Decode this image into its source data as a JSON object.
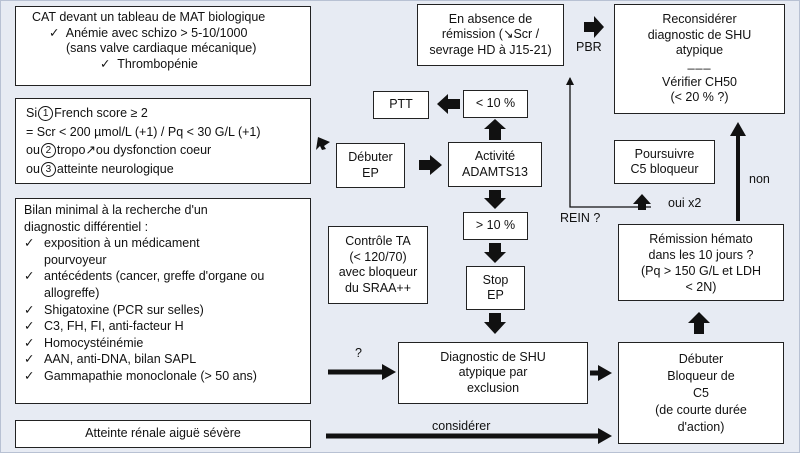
{
  "box_cat": {
    "title": "CAT devant un tableau de MAT biologique",
    "check": "✓",
    "item1": "Anémie avec schizo > 5-10/1000",
    "item1b": "(sans valve cardiaque mécanique)",
    "item2": "Thrombopénie"
  },
  "box_french": {
    "si": "Si",
    "n1": "1",
    "line1": "French score ≥ 2",
    "line2": "= Scr < 200 µmol/L (+1) / Pq < 30 G/L (+1)",
    "ou": "ou",
    "n2": "2",
    "line3": "tropo↗ou dysfonction coeur",
    "n3": "3",
    "line4": "atteinte neurologique"
  },
  "box_bilan": {
    "title1": "Bilan minimal à la recherche d'un",
    "title2": "diagnostic différentiel :",
    "check": "✓",
    "i1": "exposition à un médicament",
    "i1b": "pourvoyeur",
    "i2": "antécédents (cancer, greffe d'organe ou",
    "i2b": "allogreffe)",
    "i3": "Shigatoxine (PCR sur selles)",
    "i4": "C3, FH, FI, anti-facteur H",
    "i5": "Homocystéinémie",
    "i6": "AAN, anti-DNA, bilan SAPL",
    "i7": "Gammapathie monoclonale (> 50 ans)"
  },
  "box_ira": "Atteinte rénale aiguë sévère",
  "box_debuter_ep": [
    "Débuter",
    "EP"
  ],
  "box_ptt": "PTT",
  "box_lt10": "< 10 %",
  "box_activite": [
    "Activité",
    "ADAMTS13"
  ],
  "box_gt10": "> 10 %",
  "box_stop": [
    "Stop",
    "EP"
  ],
  "box_controle": [
    "Contrôle TA",
    "(< 120/70)",
    "avec bloqueur",
    "du SRAA++"
  ],
  "box_diag": [
    "Diagnostic de SHU",
    "atypique par",
    "exclusion"
  ],
  "box_absence": [
    "En absence de",
    "rémission (↘Scr /",
    "sevrage HD à J15-21)"
  ],
  "box_reconsiderer": {
    "lines": [
      "Reconsidérer",
      "diagnostic de SHU",
      "atypique"
    ],
    "sep": "___",
    "lines2": [
      "Vérifier CH50",
      "(< 20 % ?)"
    ]
  },
  "box_poursuivre": [
    "Poursuivre",
    "C5 bloqueur"
  ],
  "box_remission": [
    "Rémission hémato",
    "dans les 10 jours ?",
    "(Pq > 150 G/L et LDH",
    "< 2N)"
  ],
  "box_debuter_bloq": [
    "Débuter",
    "Bloqueur de",
    "C5",
    "(de courte durée",
    "d'action)"
  ],
  "labels": {
    "pbr": "PBR",
    "rein": "REIN ?",
    "oui": "oui x2",
    "non": "non",
    "question": "?",
    "considerer": "considérer"
  }
}
